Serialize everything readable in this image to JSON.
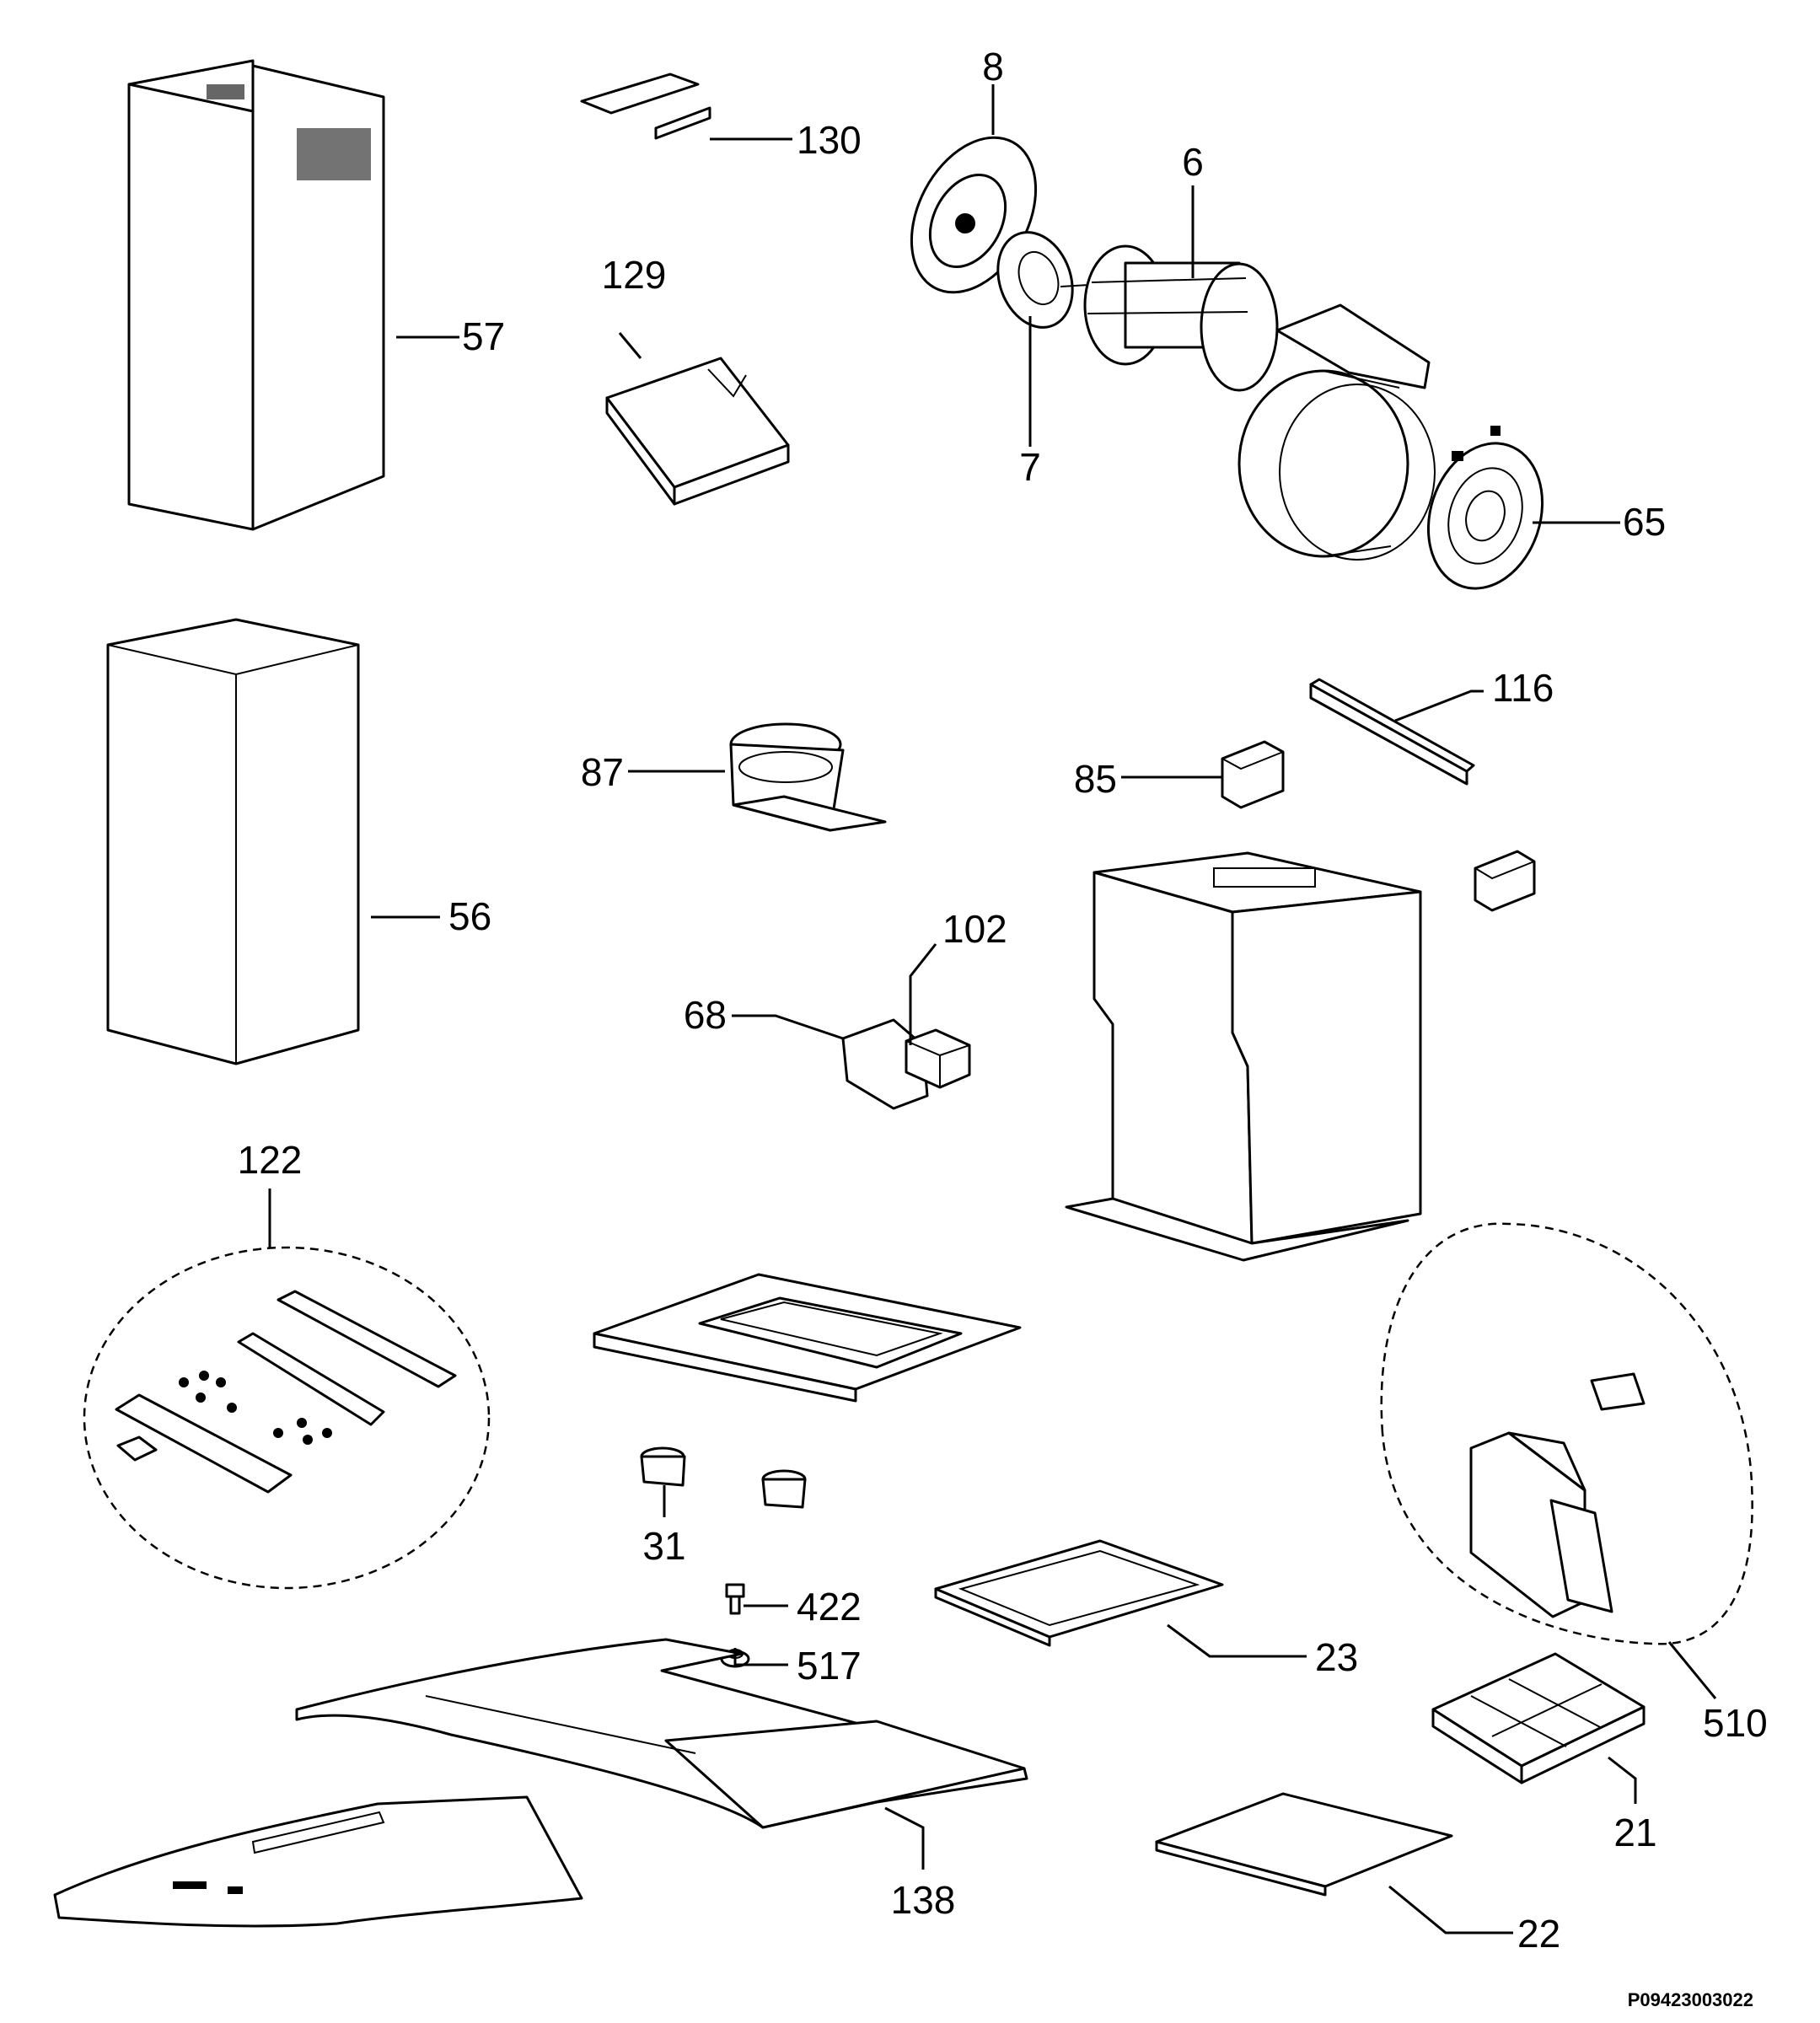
{
  "diagram": {
    "drawing_code": "P09423003022",
    "callouts": {
      "c8": "8",
      "c130": "130",
      "c6": "6",
      "c57": "57",
      "c129": "129",
      "c7": "7",
      "c65": "65",
      "c116": "116",
      "c87": "87",
      "c85": "85",
      "c56": "56",
      "c102": "102",
      "c68": "68",
      "c122": "122",
      "c31": "31",
      "c422": "422",
      "c517": "517",
      "c23": "23",
      "c510": "510",
      "c21": "21",
      "c138": "138",
      "c22": "22"
    }
  }
}
